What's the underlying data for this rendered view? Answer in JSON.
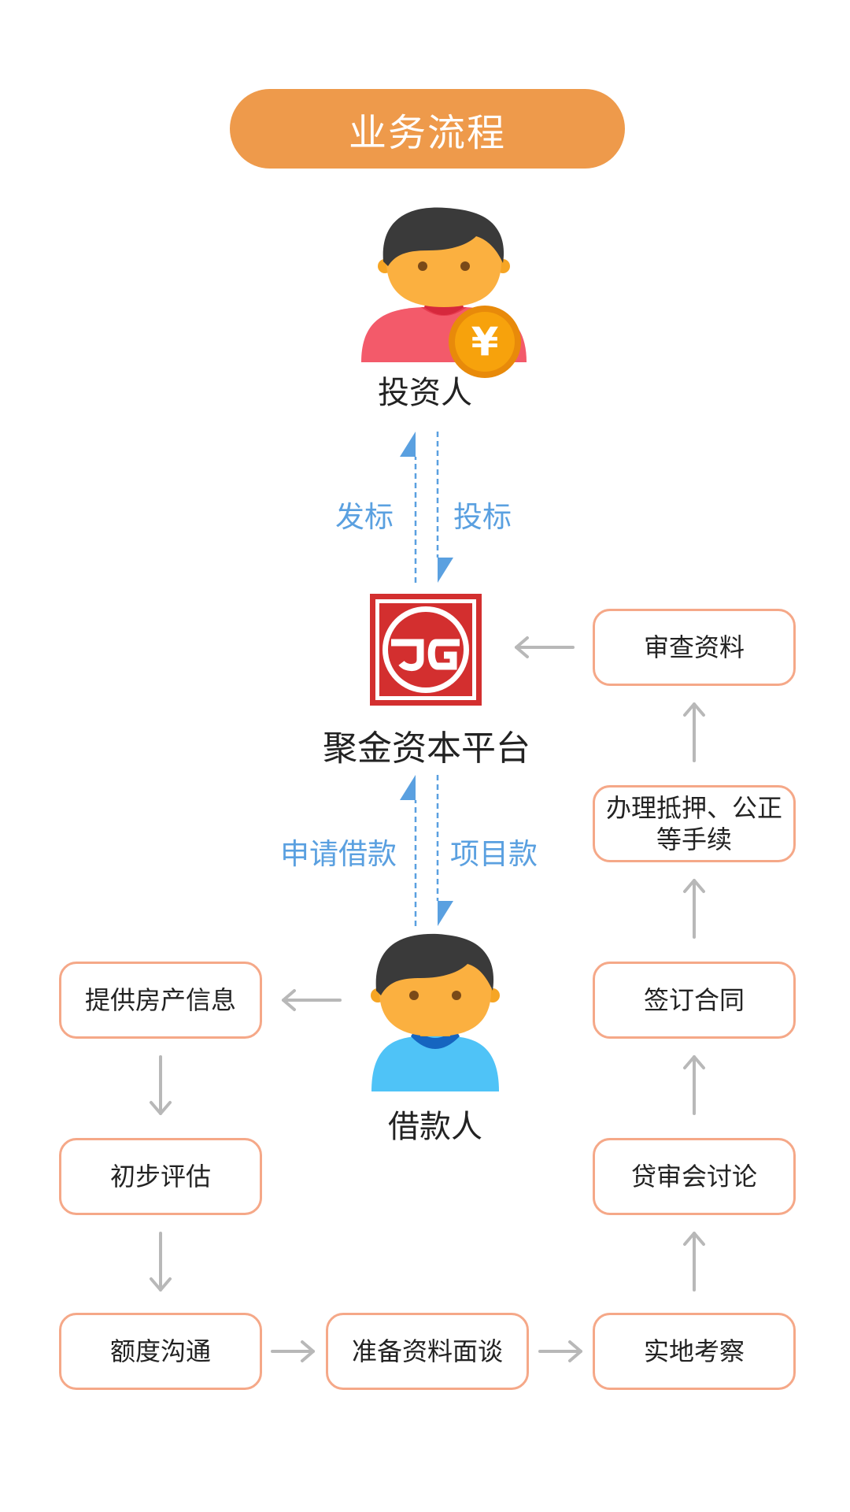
{
  "title": "业务流程",
  "investor": {
    "label": "投资人",
    "coin_symbol": "¥"
  },
  "platform": {
    "label": "聚金资本平台",
    "logo_text": "JG"
  },
  "borrower": {
    "label": "借款人"
  },
  "flow_labels": {
    "publish": "发标",
    "invest": "投标",
    "apply_loan": "申请借款",
    "project_funds": "项目款"
  },
  "left_steps": [
    "提供房产信息",
    "初步评估",
    "额度沟通"
  ],
  "middle_step": "准备资料面谈",
  "right_steps": [
    "实地考察",
    "贷审会讨论",
    "签订合同",
    "办理抵押、公正\n等手续",
    "审查资料"
  ],
  "colors": {
    "title_bg": "#ee9a4b",
    "step_border": "#f5a888",
    "blue_arrow": "#5aa0e0",
    "gray_arrow": "#b8b8b8",
    "logo_red": "#d32f2f"
  }
}
